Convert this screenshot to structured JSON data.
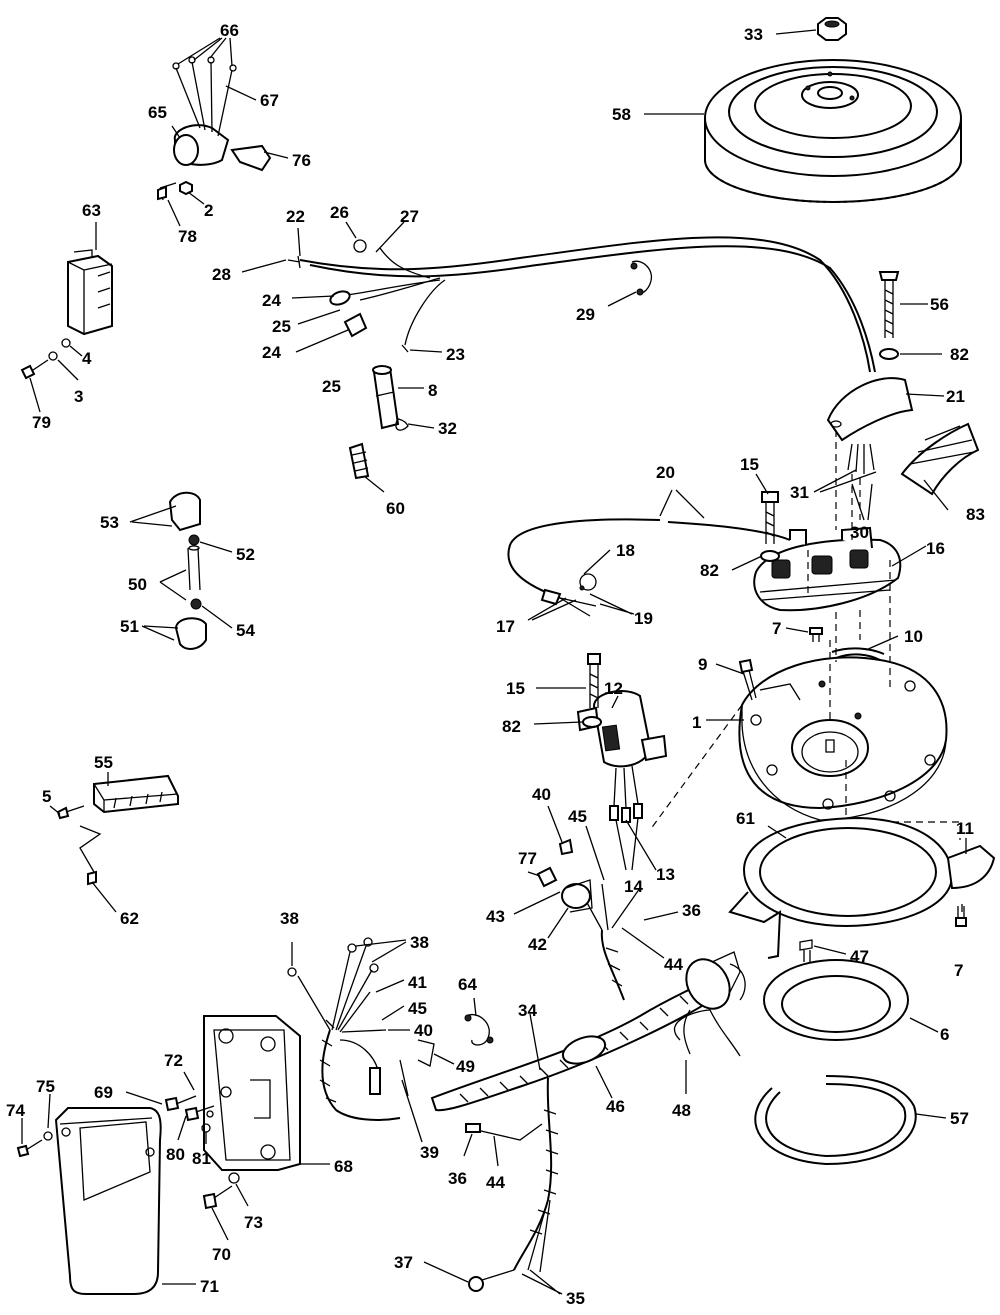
{
  "callouts": [
    {
      "id": "c33",
      "text": "33"
    },
    {
      "id": "c58",
      "text": "58"
    },
    {
      "id": "c66",
      "text": "66"
    },
    {
      "id": "c67",
      "text": "67"
    },
    {
      "id": "c65",
      "text": "65"
    },
    {
      "id": "c76",
      "text": "76"
    },
    {
      "id": "c2",
      "text": "2"
    },
    {
      "id": "c78",
      "text": "78"
    },
    {
      "id": "c63",
      "text": "63"
    },
    {
      "id": "c4",
      "text": "4"
    },
    {
      "id": "c3",
      "text": "3"
    },
    {
      "id": "c79",
      "text": "79"
    },
    {
      "id": "c22",
      "text": "22"
    },
    {
      "id": "c26",
      "text": "26"
    },
    {
      "id": "c27",
      "text": "27"
    },
    {
      "id": "c28",
      "text": "28"
    },
    {
      "id": "c24a",
      "text": "24"
    },
    {
      "id": "c25a",
      "text": "25"
    },
    {
      "id": "c24b",
      "text": "24"
    },
    {
      "id": "c25b",
      "text": "25"
    },
    {
      "id": "c23",
      "text": "23"
    },
    {
      "id": "c8",
      "text": "8"
    },
    {
      "id": "c32",
      "text": "32"
    },
    {
      "id": "c60",
      "text": "60"
    },
    {
      "id": "c29",
      "text": "29"
    },
    {
      "id": "c56",
      "text": "56"
    },
    {
      "id": "c82a",
      "text": "82"
    },
    {
      "id": "c21",
      "text": "21"
    },
    {
      "id": "c31",
      "text": "31"
    },
    {
      "id": "c83",
      "text": "83"
    },
    {
      "id": "c30",
      "text": "30"
    },
    {
      "id": "c20",
      "text": "20"
    },
    {
      "id": "c15a",
      "text": "15"
    },
    {
      "id": "c16",
      "text": "16"
    },
    {
      "id": "c18",
      "text": "18"
    },
    {
      "id": "c82b",
      "text": "82"
    },
    {
      "id": "c17",
      "text": "17"
    },
    {
      "id": "c19",
      "text": "19"
    },
    {
      "id": "c7a",
      "text": "7"
    },
    {
      "id": "c10",
      "text": "10"
    },
    {
      "id": "c9",
      "text": "9"
    },
    {
      "id": "c15b",
      "text": "15"
    },
    {
      "id": "c12",
      "text": "12"
    },
    {
      "id": "c82c",
      "text": "82"
    },
    {
      "id": "c1",
      "text": "1"
    },
    {
      "id": "c53",
      "text": "53"
    },
    {
      "id": "c52",
      "text": "52"
    },
    {
      "id": "c50",
      "text": "50"
    },
    {
      "id": "c51",
      "text": "51"
    },
    {
      "id": "c54",
      "text": "54"
    },
    {
      "id": "c55",
      "text": "55"
    },
    {
      "id": "c5",
      "text": "5"
    },
    {
      "id": "c62",
      "text": "62"
    },
    {
      "id": "c40a",
      "text": "40"
    },
    {
      "id": "c45a",
      "text": "45"
    },
    {
      "id": "c14",
      "text": "14"
    },
    {
      "id": "c13",
      "text": "13"
    },
    {
      "id": "c61",
      "text": "61"
    },
    {
      "id": "c11",
      "text": "11"
    },
    {
      "id": "c77",
      "text": "77"
    },
    {
      "id": "c43",
      "text": "43"
    },
    {
      "id": "c42",
      "text": "42"
    },
    {
      "id": "c36a",
      "text": "36"
    },
    {
      "id": "c44a",
      "text": "44"
    },
    {
      "id": "c7b",
      "text": "7"
    },
    {
      "id": "c47",
      "text": "47"
    },
    {
      "id": "c38a",
      "text": "38"
    },
    {
      "id": "c38b",
      "text": "38"
    },
    {
      "id": "c41",
      "text": "41"
    },
    {
      "id": "c45b",
      "text": "45"
    },
    {
      "id": "c40b",
      "text": "40"
    },
    {
      "id": "c64",
      "text": "64"
    },
    {
      "id": "c34",
      "text": "34"
    },
    {
      "id": "c6",
      "text": "6"
    },
    {
      "id": "c49",
      "text": "49"
    },
    {
      "id": "c39",
      "text": "39"
    },
    {
      "id": "c46",
      "text": "46"
    },
    {
      "id": "c48",
      "text": "48"
    },
    {
      "id": "c57",
      "text": "57"
    },
    {
      "id": "c72",
      "text": "72"
    },
    {
      "id": "c69",
      "text": "69"
    },
    {
      "id": "c75",
      "text": "75"
    },
    {
      "id": "c74",
      "text": "74"
    },
    {
      "id": "c80",
      "text": "80"
    },
    {
      "id": "c81",
      "text": "81"
    },
    {
      "id": "c68",
      "text": "68"
    },
    {
      "id": "c73",
      "text": "73"
    },
    {
      "id": "c70",
      "text": "70"
    },
    {
      "id": "c71",
      "text": "71"
    },
    {
      "id": "c36b",
      "text": "36"
    },
    {
      "id": "c44b",
      "text": "44"
    },
    {
      "id": "c37",
      "text": "37"
    },
    {
      "id": "c35",
      "text": "35"
    }
  ]
}
